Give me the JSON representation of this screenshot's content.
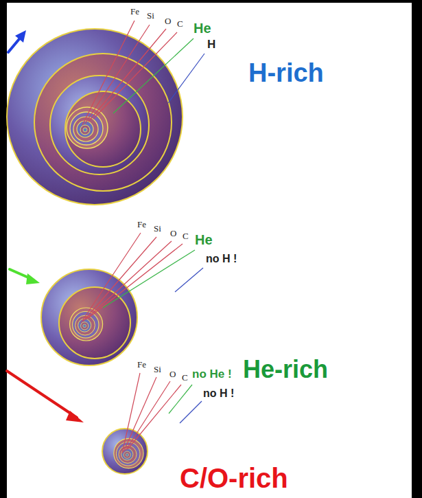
{
  "diagram": {
    "labels": [
      "Fe",
      "Si",
      "O",
      "C",
      "He",
      "H",
      "H-rich",
      "Fe",
      "Si",
      "O",
      "C",
      "He",
      "no H !",
      "He-rich",
      "Fe",
      "Si",
      "O",
      "C",
      "no He !",
      "no H !",
      "C/O-rich"
    ]
  }
}
